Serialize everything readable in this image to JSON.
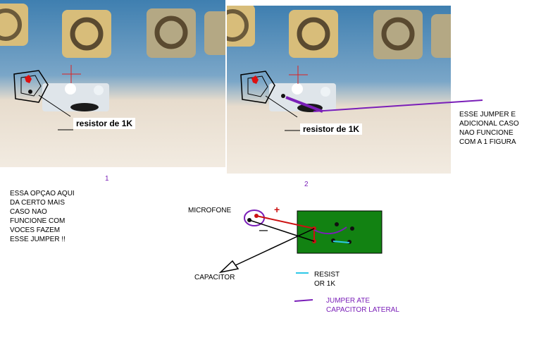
{
  "photo1": {
    "label": "resistor de 1K",
    "caption": "1"
  },
  "photo2": {
    "label": "resistor de 1K",
    "caption": "2"
  },
  "note_right": "ESSE JUMPER E\nADICIONAL CASO\nNAO FUNCIONE\nCOM A 1 FIGURA",
  "note_left": "ESSA OPÇAO AQUI\nDA CERTO MAIS\nCASO NAO\nFUNCIONE COM\nVOCES FAZEM\nESSE JUMPER !!",
  "diagram": {
    "microfone": "MICROFONE",
    "plus": "+",
    "minus": "—",
    "capacitor": "CAPACITOR"
  },
  "legend": {
    "resistor": "RESIST\nOR 1K",
    "jumper": "JUMPER ATE\nCAPACITOR LATERAL"
  },
  "colors": {
    "board_blue": "#2a6a9e",
    "pad_gold": "#d8bd7a",
    "pcb_green": "#128212",
    "jumper_purple": "#7a1fb8",
    "resistor_cyan": "#2ec8e8",
    "red_wire": "#cc1111"
  }
}
